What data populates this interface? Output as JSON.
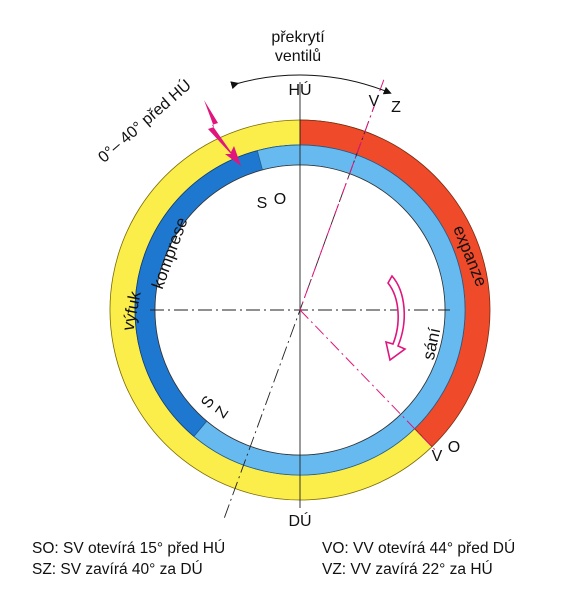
{
  "diagram": {
    "labels": {
      "overlap_line1": "překrytí",
      "overlap_line2": "ventilů",
      "top": "HÚ",
      "bottom": "DÚ",
      "v": "V",
      "z_top": "Z",
      "s_top": "S",
      "o_top": "O",
      "s_bottom": "S",
      "z_bottom": "Z",
      "v_bottom": "V",
      "o_bottom": "O",
      "ignition": "0°– 40° před HÚ"
    },
    "phases": {
      "exhaust": "výfuk",
      "compression": "komprese",
      "expansion": "expanze",
      "intake": "sání"
    },
    "colors": {
      "yellow": "#fbed4a",
      "red": "#ef4a2a",
      "dark_blue": "#1f78d0",
      "light_blue": "#67baf0",
      "magenta": "#e0157d",
      "line": "#222222"
    }
  },
  "legend": {
    "so": "SO: SV otevírá 15° před HÚ",
    "sz": "SZ: SV zavírá 40° za DÚ",
    "vo": "VO: VV otevírá 44° před DÚ",
    "vz": "VZ: VV zavírá 22° za HÚ"
  }
}
